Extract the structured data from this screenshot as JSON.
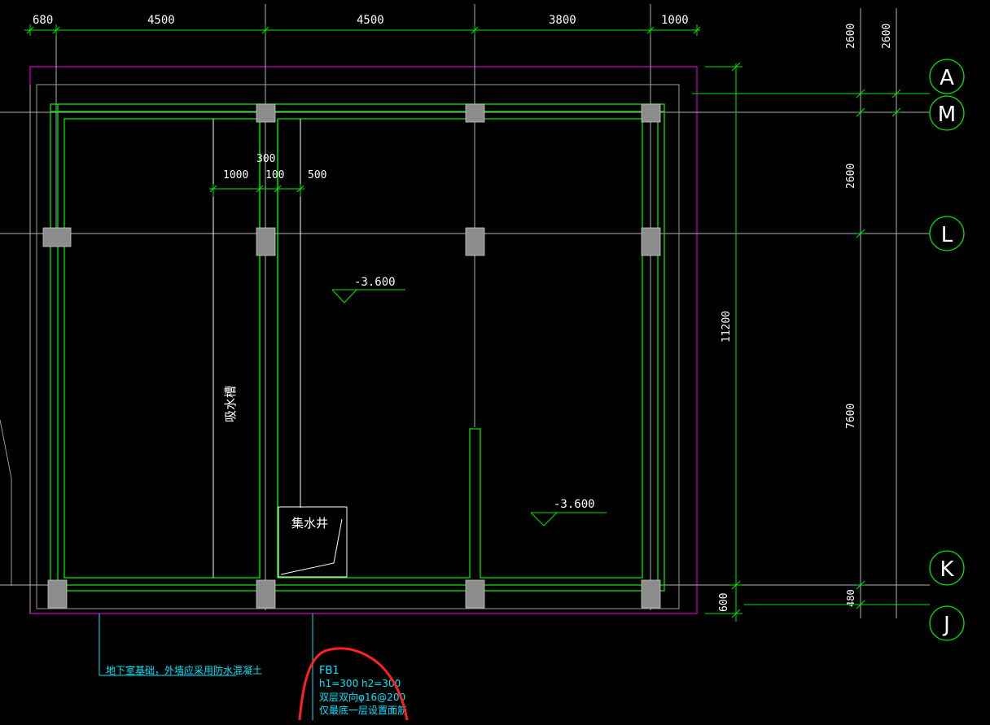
{
  "colors": {
    "background": "#000000",
    "wall": "#00e600",
    "grid": "#b0b0b0",
    "column": "#8c8c8c",
    "outline": "#cc00cc",
    "dimension": "#00e600",
    "text": "#ffffff",
    "note": "#00e5ff",
    "markup": "#ff2020"
  },
  "dimensions": {
    "top": [
      "680",
      "4500",
      "4500",
      "3800",
      "1000"
    ],
    "right_outer": [
      "2600",
      "11200",
      "600"
    ],
    "right_inner": [
      "2600",
      "2600",
      "7600",
      "480"
    ],
    "inner": [
      "300",
      "1000",
      "100",
      "500"
    ]
  },
  "axes": [
    "A",
    "M",
    "L",
    "K",
    "J"
  ],
  "levels": [
    "-3.600",
    "-3.600"
  ],
  "labels": {
    "trench": "吸水槽",
    "sump": "集水井"
  },
  "notes": {
    "foundation": "地下室基础，外墙应采用防水混凝土",
    "fb1_lines": [
      "FB1",
      "h1=300 h2=300",
      "双层双向φ16@200",
      "仅最底一层设置面筋"
    ]
  }
}
